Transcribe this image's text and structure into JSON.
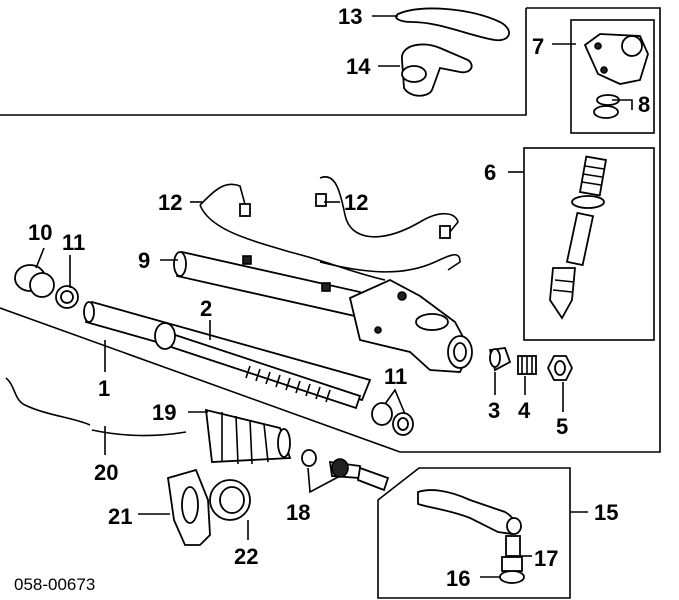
{
  "diagram_code": "058-00673",
  "callouts": {
    "c1": "1",
    "c2": "2",
    "c3": "3",
    "c4": "4",
    "c5": "5",
    "c6": "6",
    "c7": "7",
    "c8": "8",
    "c9": "9",
    "c10": "10",
    "c11a": "11",
    "c11b": "11",
    "c12a": "12",
    "c12b": "12",
    "c13": "13",
    "c14": "14",
    "c15": "15",
    "c16": "16",
    "c17": "17",
    "c18": "18",
    "c19": "19",
    "c20": "20",
    "c21": "21",
    "c22": "22"
  }
}
